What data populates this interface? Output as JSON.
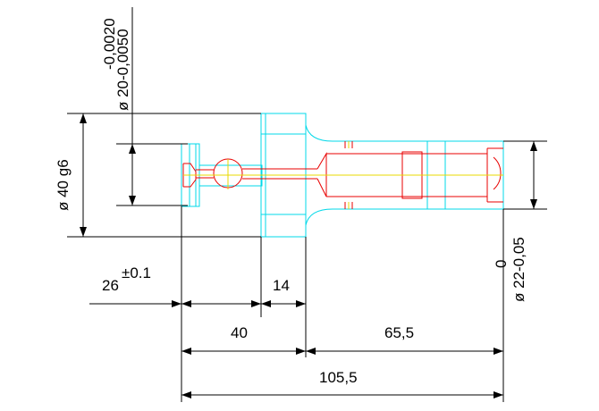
{
  "colors": {
    "dimension": "#000000",
    "outline": "#00d8e8",
    "section": "#e80000",
    "centerline": "#e8d800",
    "background": "#ffffff"
  },
  "dimensions": {
    "dia20_upper_tol": "-0,0020",
    "dia20_lower_tol": "ø 20-0,0050",
    "dia40": "ø 40 g6",
    "dia22_upper_tol": "0",
    "dia22_label": "ø 22-0,05",
    "len26": "26",
    "len26_tol": "±0.1",
    "len14": "14",
    "len40": "40",
    "len65": "65,5",
    "len105": "105,5"
  }
}
